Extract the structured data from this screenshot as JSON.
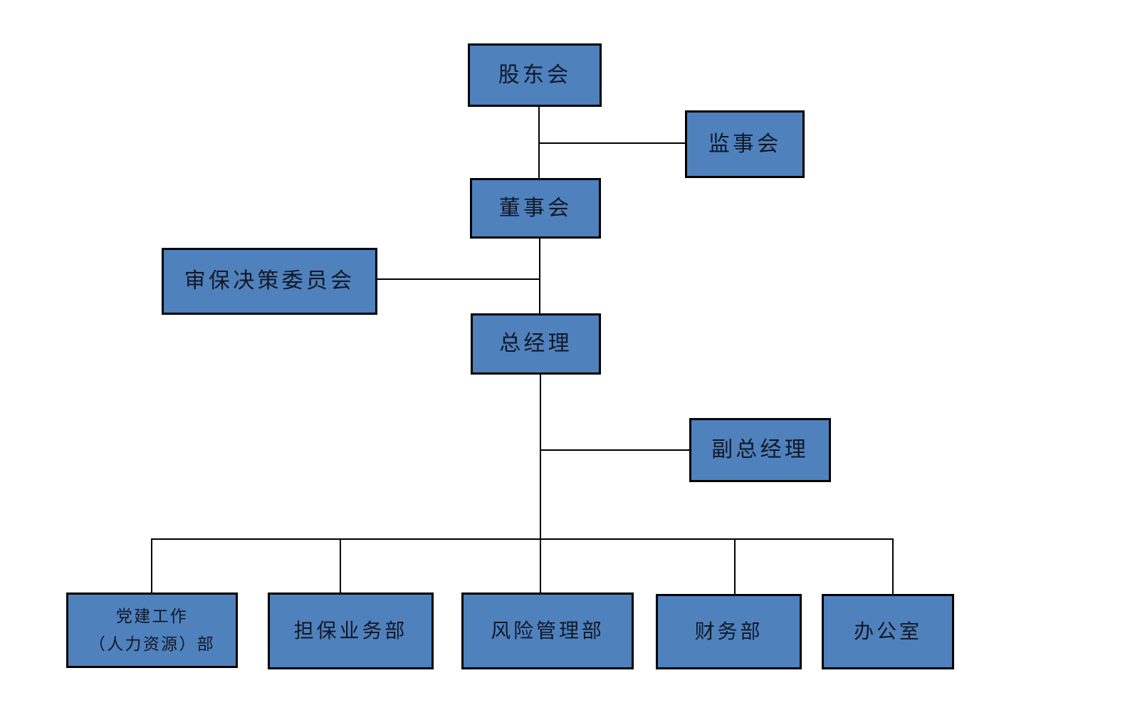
{
  "diagram": {
    "type": "org-chart",
    "background_color": "#ffffff",
    "node_fill_color": "#4f81bd",
    "node_border_color": "#000000",
    "connector_color": "#000000",
    "text_color": "#101826",
    "nodes": {
      "shareholders": {
        "label": "股东会"
      },
      "supervisors": {
        "label": "监事会"
      },
      "board": {
        "label": "董事会"
      },
      "guarantee_committee": {
        "label": "审保决策委员会"
      },
      "general_manager": {
        "label": "总经理"
      },
      "deputy_general_manager": {
        "label": "副总经理"
      },
      "party_building": {
        "line1": "党建工作",
        "line2": "（人力资源）部"
      },
      "guarantee_business": {
        "label": "担保业务部"
      },
      "risk_management": {
        "label": "风险管理部"
      },
      "finance": {
        "label": "财务部"
      },
      "office": {
        "label": "办公室"
      }
    },
    "edges": [
      {
        "from": "股东会",
        "to": "董事会"
      },
      {
        "from": "股东会",
        "to": "监事会"
      },
      {
        "from": "董事会",
        "to": "总经理"
      },
      {
        "from": "董事会",
        "to": "审保决策委员会"
      },
      {
        "from": "总经理",
        "to": "副总经理"
      },
      {
        "from": "总经理",
        "to": "党建工作（人力资源）部"
      },
      {
        "from": "总经理",
        "to": "担保业务部"
      },
      {
        "from": "总经理",
        "to": "风险管理部"
      },
      {
        "from": "总经理",
        "to": "财务部"
      },
      {
        "from": "总经理",
        "to": "办公室"
      }
    ]
  }
}
